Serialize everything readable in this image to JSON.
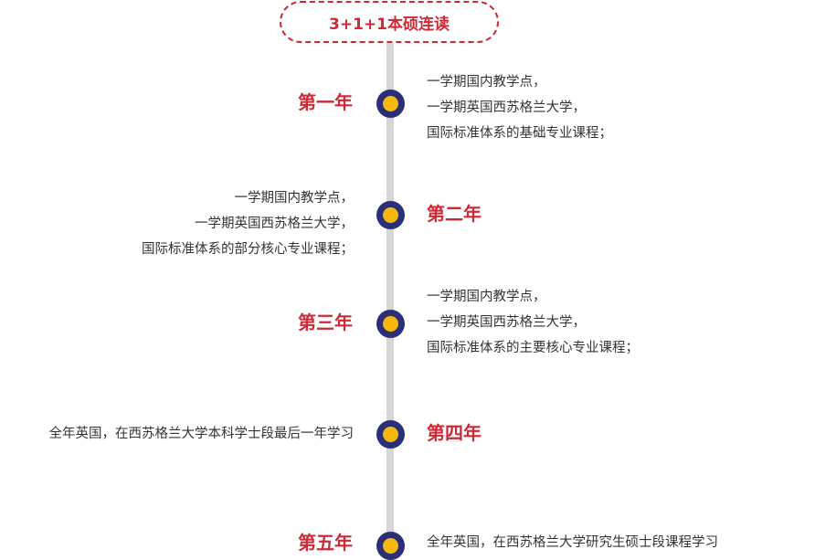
{
  "title": "3+1+1本硕连读",
  "years": [
    {
      "label": "第一年",
      "lines": [
        "一学期国内教学点，",
        "一学期英国西苏格兰大学，",
        "国际标准体系的基础专业课程；"
      ]
    },
    {
      "label": "第二年",
      "lines": [
        "一学期国内教学点，",
        "一学期英国西苏格兰大学，",
        "国际标准体系的部分核心专业课程；"
      ]
    },
    {
      "label": "第三年",
      "lines": [
        "一学期国内教学点，",
        "一学期英国西苏格兰大学，",
        "国际标准体系的主要核心专业课程；"
      ]
    },
    {
      "label": "第四年",
      "lines": [
        "全年英国，在西苏格兰大学本科学士段最后一年学习"
      ]
    },
    {
      "label": "第五年",
      "lines": [
        "全年英国，在西苏格兰大学研究生硕士段课程学习"
      ]
    }
  ],
  "colors": {
    "accent": "#cc2a36",
    "node_outer": "#2b2f76",
    "node_inner": "#f6b80d",
    "line": "#d9d4d5",
    "text": "#333333"
  }
}
